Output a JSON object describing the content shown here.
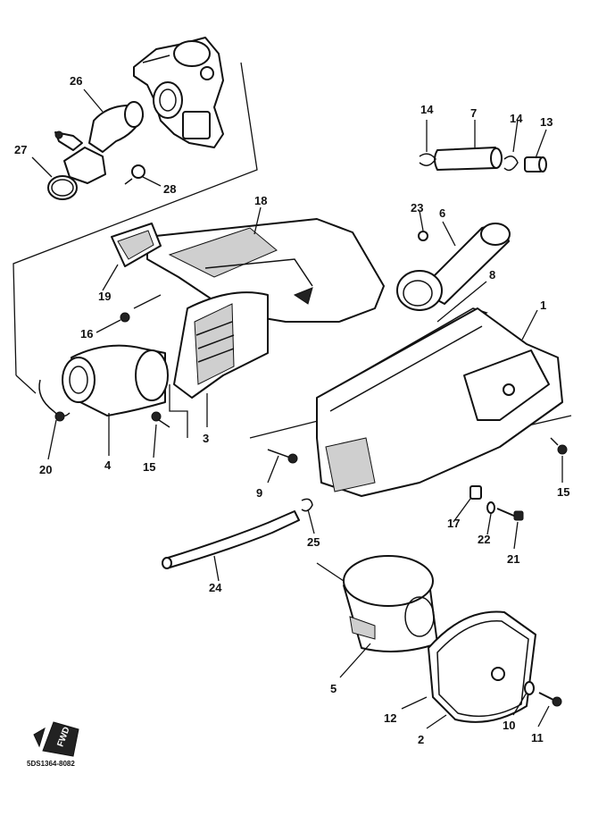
{
  "diagram": {
    "drawing_code": "5DS1364-8082",
    "front_mark": "FWD",
    "callouts": {
      "c1": "1",
      "c2": "2",
      "c3": "3",
      "c4": "4",
      "c5": "5",
      "c6": "6",
      "c7": "7",
      "c8": "8",
      "c9": "9",
      "c10": "10",
      "c11": "11",
      "c12": "12",
      "c13": "13",
      "c14a": "14",
      "c14b": "14",
      "c15a": "15",
      "c15b": "15",
      "c16": "16",
      "c17": "17",
      "c18": "18",
      "c19": "19",
      "c20": "20",
      "c21": "21",
      "c22": "22",
      "c23": "23",
      "c24": "24",
      "c25": "25",
      "c26": "26",
      "c27": "27",
      "c28": "28"
    }
  }
}
